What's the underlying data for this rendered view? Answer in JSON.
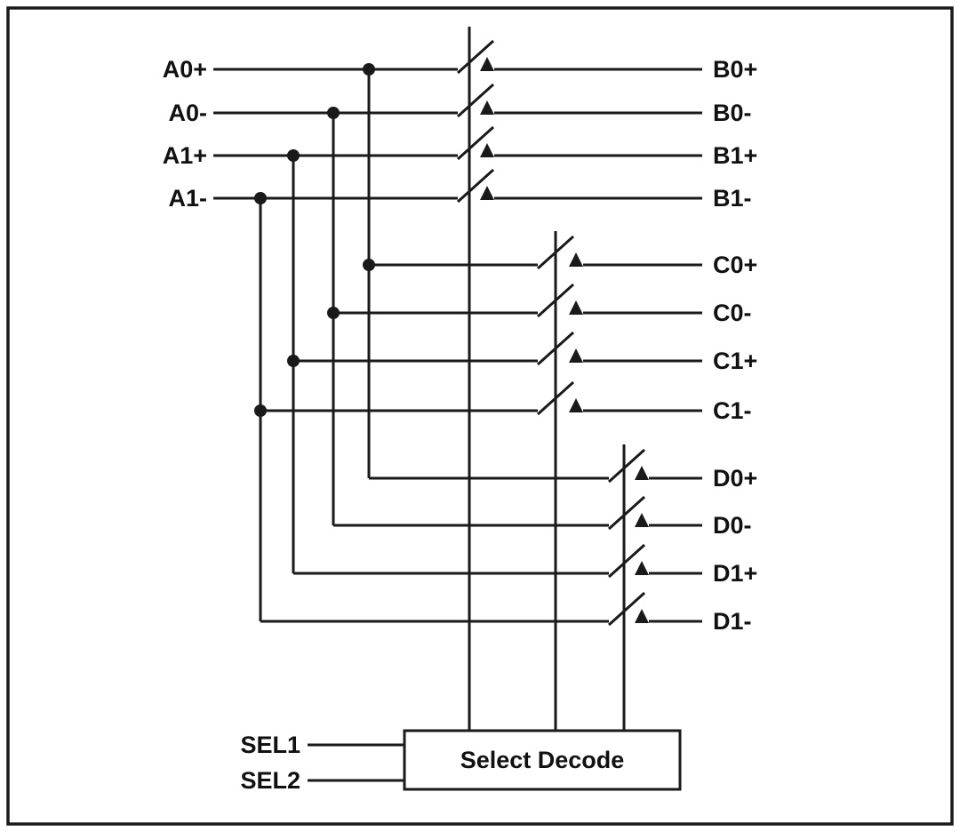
{
  "diagram": {
    "type": "analog-switch-matrix",
    "colors": {
      "line": "#1a1a1a",
      "background": "#ffffff"
    },
    "inputs": [
      {
        "label": "A0+"
      },
      {
        "label": "A0-"
      },
      {
        "label": "A1+"
      },
      {
        "label": "A1-"
      }
    ],
    "output_groups": [
      {
        "name": "B",
        "outputs": [
          "B0+",
          "B0-",
          "B1+",
          "B1-"
        ]
      },
      {
        "name": "C",
        "outputs": [
          "C0+",
          "C0-",
          "C1+",
          "C1-"
        ]
      },
      {
        "name": "D",
        "outputs": [
          "D0+",
          "D0-",
          "D1+",
          "D1-"
        ]
      }
    ],
    "select_inputs": [
      "SEL1",
      "SEL2"
    ],
    "decoder_label": "Select Decode"
  }
}
